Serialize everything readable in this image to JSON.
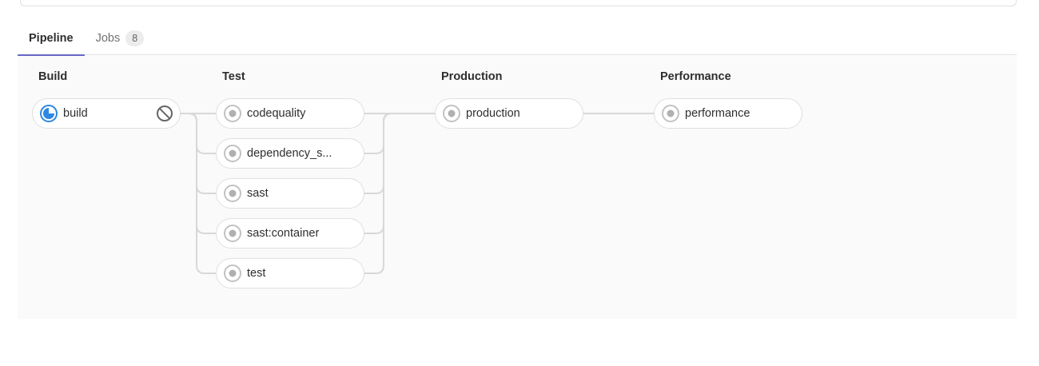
{
  "colors": {
    "accent": "#6666c4",
    "running": "#2e87e1",
    "connector": "#d8d8d8"
  },
  "tabs": {
    "pipeline": {
      "label": "Pipeline"
    },
    "jobs": {
      "label": "Jobs",
      "count": "8"
    }
  },
  "stages": [
    {
      "name": "Build",
      "jobs": [
        {
          "label": "build",
          "status": "running",
          "action": "cancel"
        }
      ]
    },
    {
      "name": "Test",
      "jobs": [
        {
          "label": "codequality",
          "status": "created"
        },
        {
          "label": "dependency_s...",
          "status": "created"
        },
        {
          "label": "sast",
          "status": "created"
        },
        {
          "label": "sast:container",
          "status": "created"
        },
        {
          "label": "test",
          "status": "created"
        }
      ]
    },
    {
      "name": "Production",
      "jobs": [
        {
          "label": "production",
          "status": "created"
        }
      ]
    },
    {
      "name": "Performance",
      "jobs": [
        {
          "label": "performance",
          "status": "created"
        }
      ]
    }
  ]
}
